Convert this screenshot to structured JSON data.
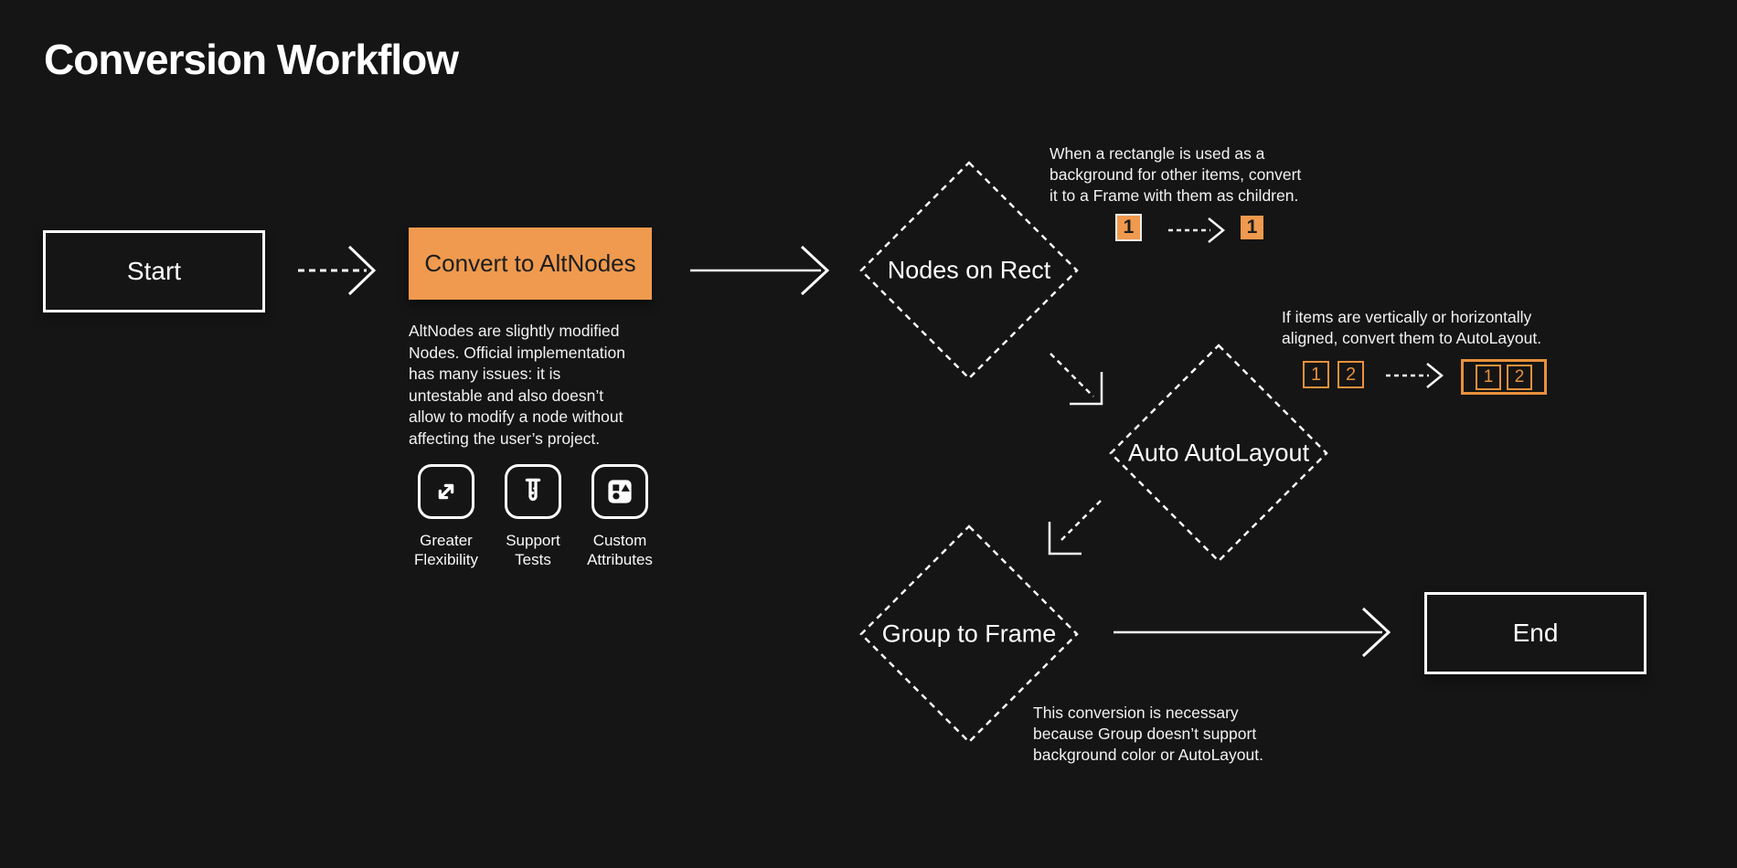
{
  "page": {
    "title": "Conversion Workflow"
  },
  "colors": {
    "background": "#151515",
    "orange_fill": "#EF9A4E",
    "orange_stroke": "#E8913C",
    "line_white": "#FAFAFA",
    "dark_text": "#1D1D1D"
  },
  "flow": {
    "start": {
      "label": "Start"
    },
    "convert": {
      "label": "Convert to AltNodes",
      "description": "AltNodes are slightly modified\nNodes. Official implementation\nhas many issues: it is\nuntestable and also doesn’t\nallow to modify a node without\naffecting the user’s project."
    },
    "features": [
      {
        "icon": "expand-arrows-icon",
        "label": "Greater\nFlexibility"
      },
      {
        "icon": "test-tube-icon",
        "label": "Support\nTests"
      },
      {
        "icon": "shapes-icon",
        "label": "Custom\nAttributes"
      }
    ],
    "nodes_on_rect": {
      "label": "Nodes on Rect",
      "note": "When a rectangle is used as a\nbackground for other items, convert\nit to a Frame with them as children.",
      "example": {
        "before": "1",
        "after": "1"
      }
    },
    "auto_autolayout": {
      "label": "Auto AutoLayout",
      "note": "If items are vertically or horizontally\naligned, convert them to AutoLayout.",
      "items": [
        "1",
        "2"
      ]
    },
    "group_to_frame": {
      "label": "Group to Frame",
      "note": "This conversion is necessary\nbecause Group doesn’t support\nbackground color or AutoLayout."
    },
    "end": {
      "label": "End"
    }
  }
}
